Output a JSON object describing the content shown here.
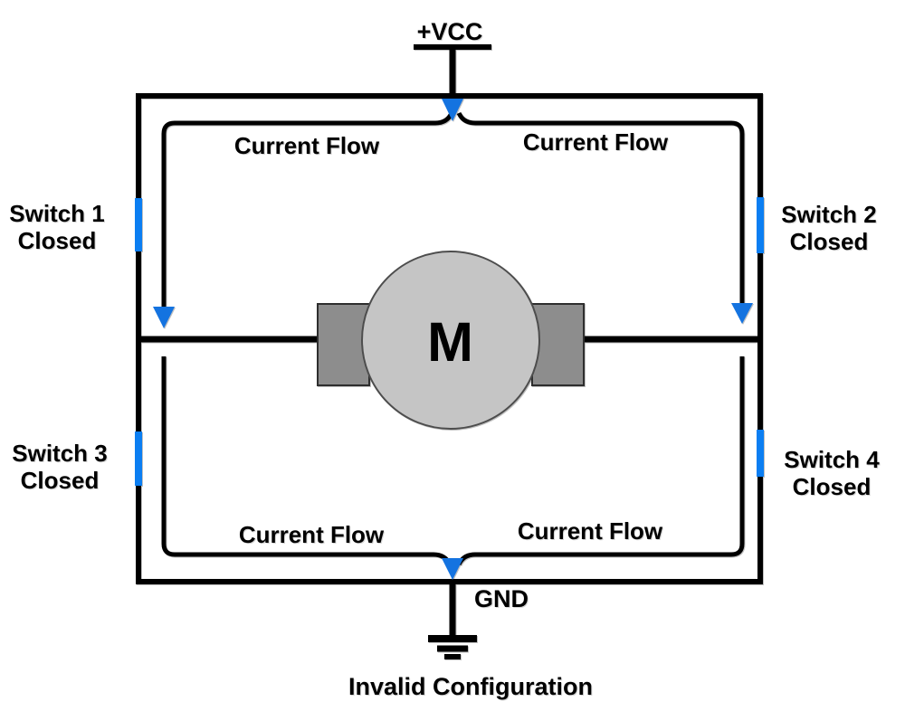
{
  "diagram_title": "Invalid Configuration",
  "colors": {
    "wire": "#000000",
    "switch_closed": "#0b7ef2",
    "arrow_fill": "#1473e0",
    "motor_body_fill": "#c5c5c5",
    "motor_body_stroke": "#4d4d4d",
    "brush_fill": "#8d8d8d",
    "brush_stroke": "#2e2e2e",
    "background": "#ffffff",
    "text": "#000000"
  },
  "power": {
    "vcc_label": "+VCC",
    "gnd_label": "GND"
  },
  "motor": {
    "label": "M"
  },
  "switches": [
    {
      "id": 1,
      "label": "Switch 1",
      "state": "Closed"
    },
    {
      "id": 2,
      "label": "Switch 2",
      "state": "Closed"
    },
    {
      "id": 3,
      "label": "Switch 3",
      "state": "Closed"
    },
    {
      "id": 4,
      "label": "Switch 4",
      "state": "Closed"
    }
  ],
  "flow_labels": {
    "top_left": "Current Flow",
    "top_right": "Current Flow",
    "bottom_left": "Current Flow",
    "bottom_right": "Current Flow"
  }
}
